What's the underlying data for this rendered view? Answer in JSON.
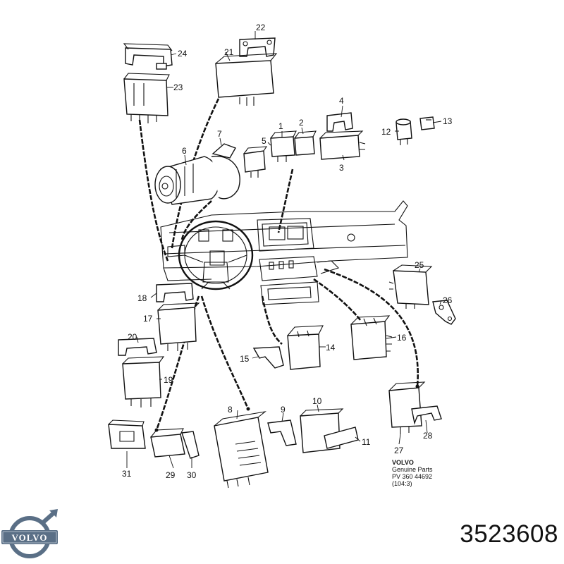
{
  "diagram": {
    "labels": [
      "1",
      "2",
      "3",
      "4",
      "5",
      "6",
      "7",
      "8",
      "9",
      "10",
      "11",
      "12",
      "13",
      "14",
      "15",
      "16",
      "17",
      "18",
      "19",
      "20",
      "21",
      "22",
      "23",
      "24",
      "25",
      "26",
      "27",
      "28",
      "29",
      "30",
      "31"
    ],
    "caption": {
      "line1": "VOLVO",
      "line2": "Genuine Parts",
      "line3": "PV 360 44692",
      "line4": "(104:3)"
    }
  },
  "logo": {
    "brand_text": "VOLVO",
    "color": "#5a6f86"
  },
  "part_number": "3523608"
}
